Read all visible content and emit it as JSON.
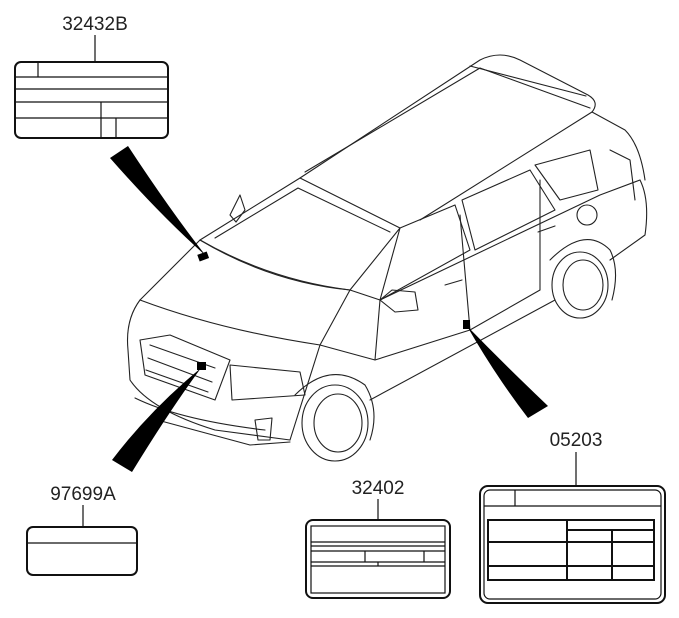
{
  "diagram": {
    "parts": [
      {
        "part_number": "32432B"
      },
      {
        "part_number": "97699A"
      },
      {
        "part_number": "32402"
      },
      {
        "part_number": "05203"
      }
    ]
  }
}
